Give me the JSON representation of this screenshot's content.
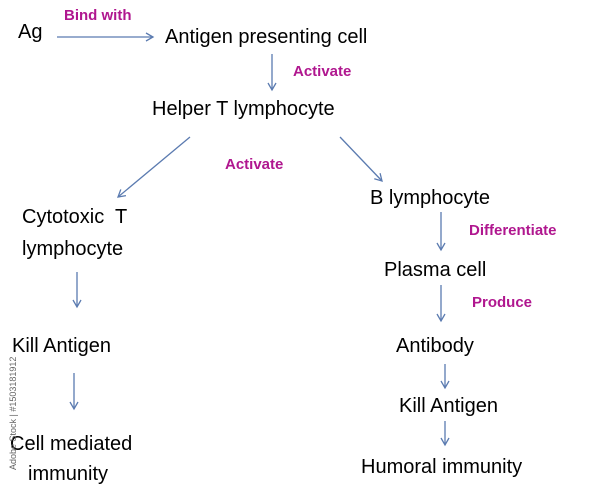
{
  "colors": {
    "text": "#000000",
    "edge_label": "#b0178f",
    "arrow": "#5b7bb0",
    "watermark": "#666666"
  },
  "nodes": {
    "ag": "Ag",
    "apc": "Antigen presenting cell",
    "helper_t": "Helper T lymphocyte",
    "cytotoxic_t_line1": "Cytotoxic  T",
    "cytotoxic_t_line2": "lymphocyte",
    "kill_antigen_left": "Kill Antigen",
    "cell_mediated_line1": "Cell mediated",
    "cell_mediated_line2": "immunity",
    "b_lymphocyte": "B lymphocyte",
    "plasma_cell": "Plasma cell",
    "antibody": "Antibody",
    "kill_antigen_right": "Kill Antigen",
    "humoral_immunity": "Humoral immunity"
  },
  "edge_labels": {
    "bind_with": "Bind with",
    "activate_apc": "Activate",
    "activate_helper": "Activate",
    "differentiate": "Differentiate",
    "produce": "Produce"
  },
  "watermark": {
    "side_text": "Adobe Stock | #1503181912"
  }
}
